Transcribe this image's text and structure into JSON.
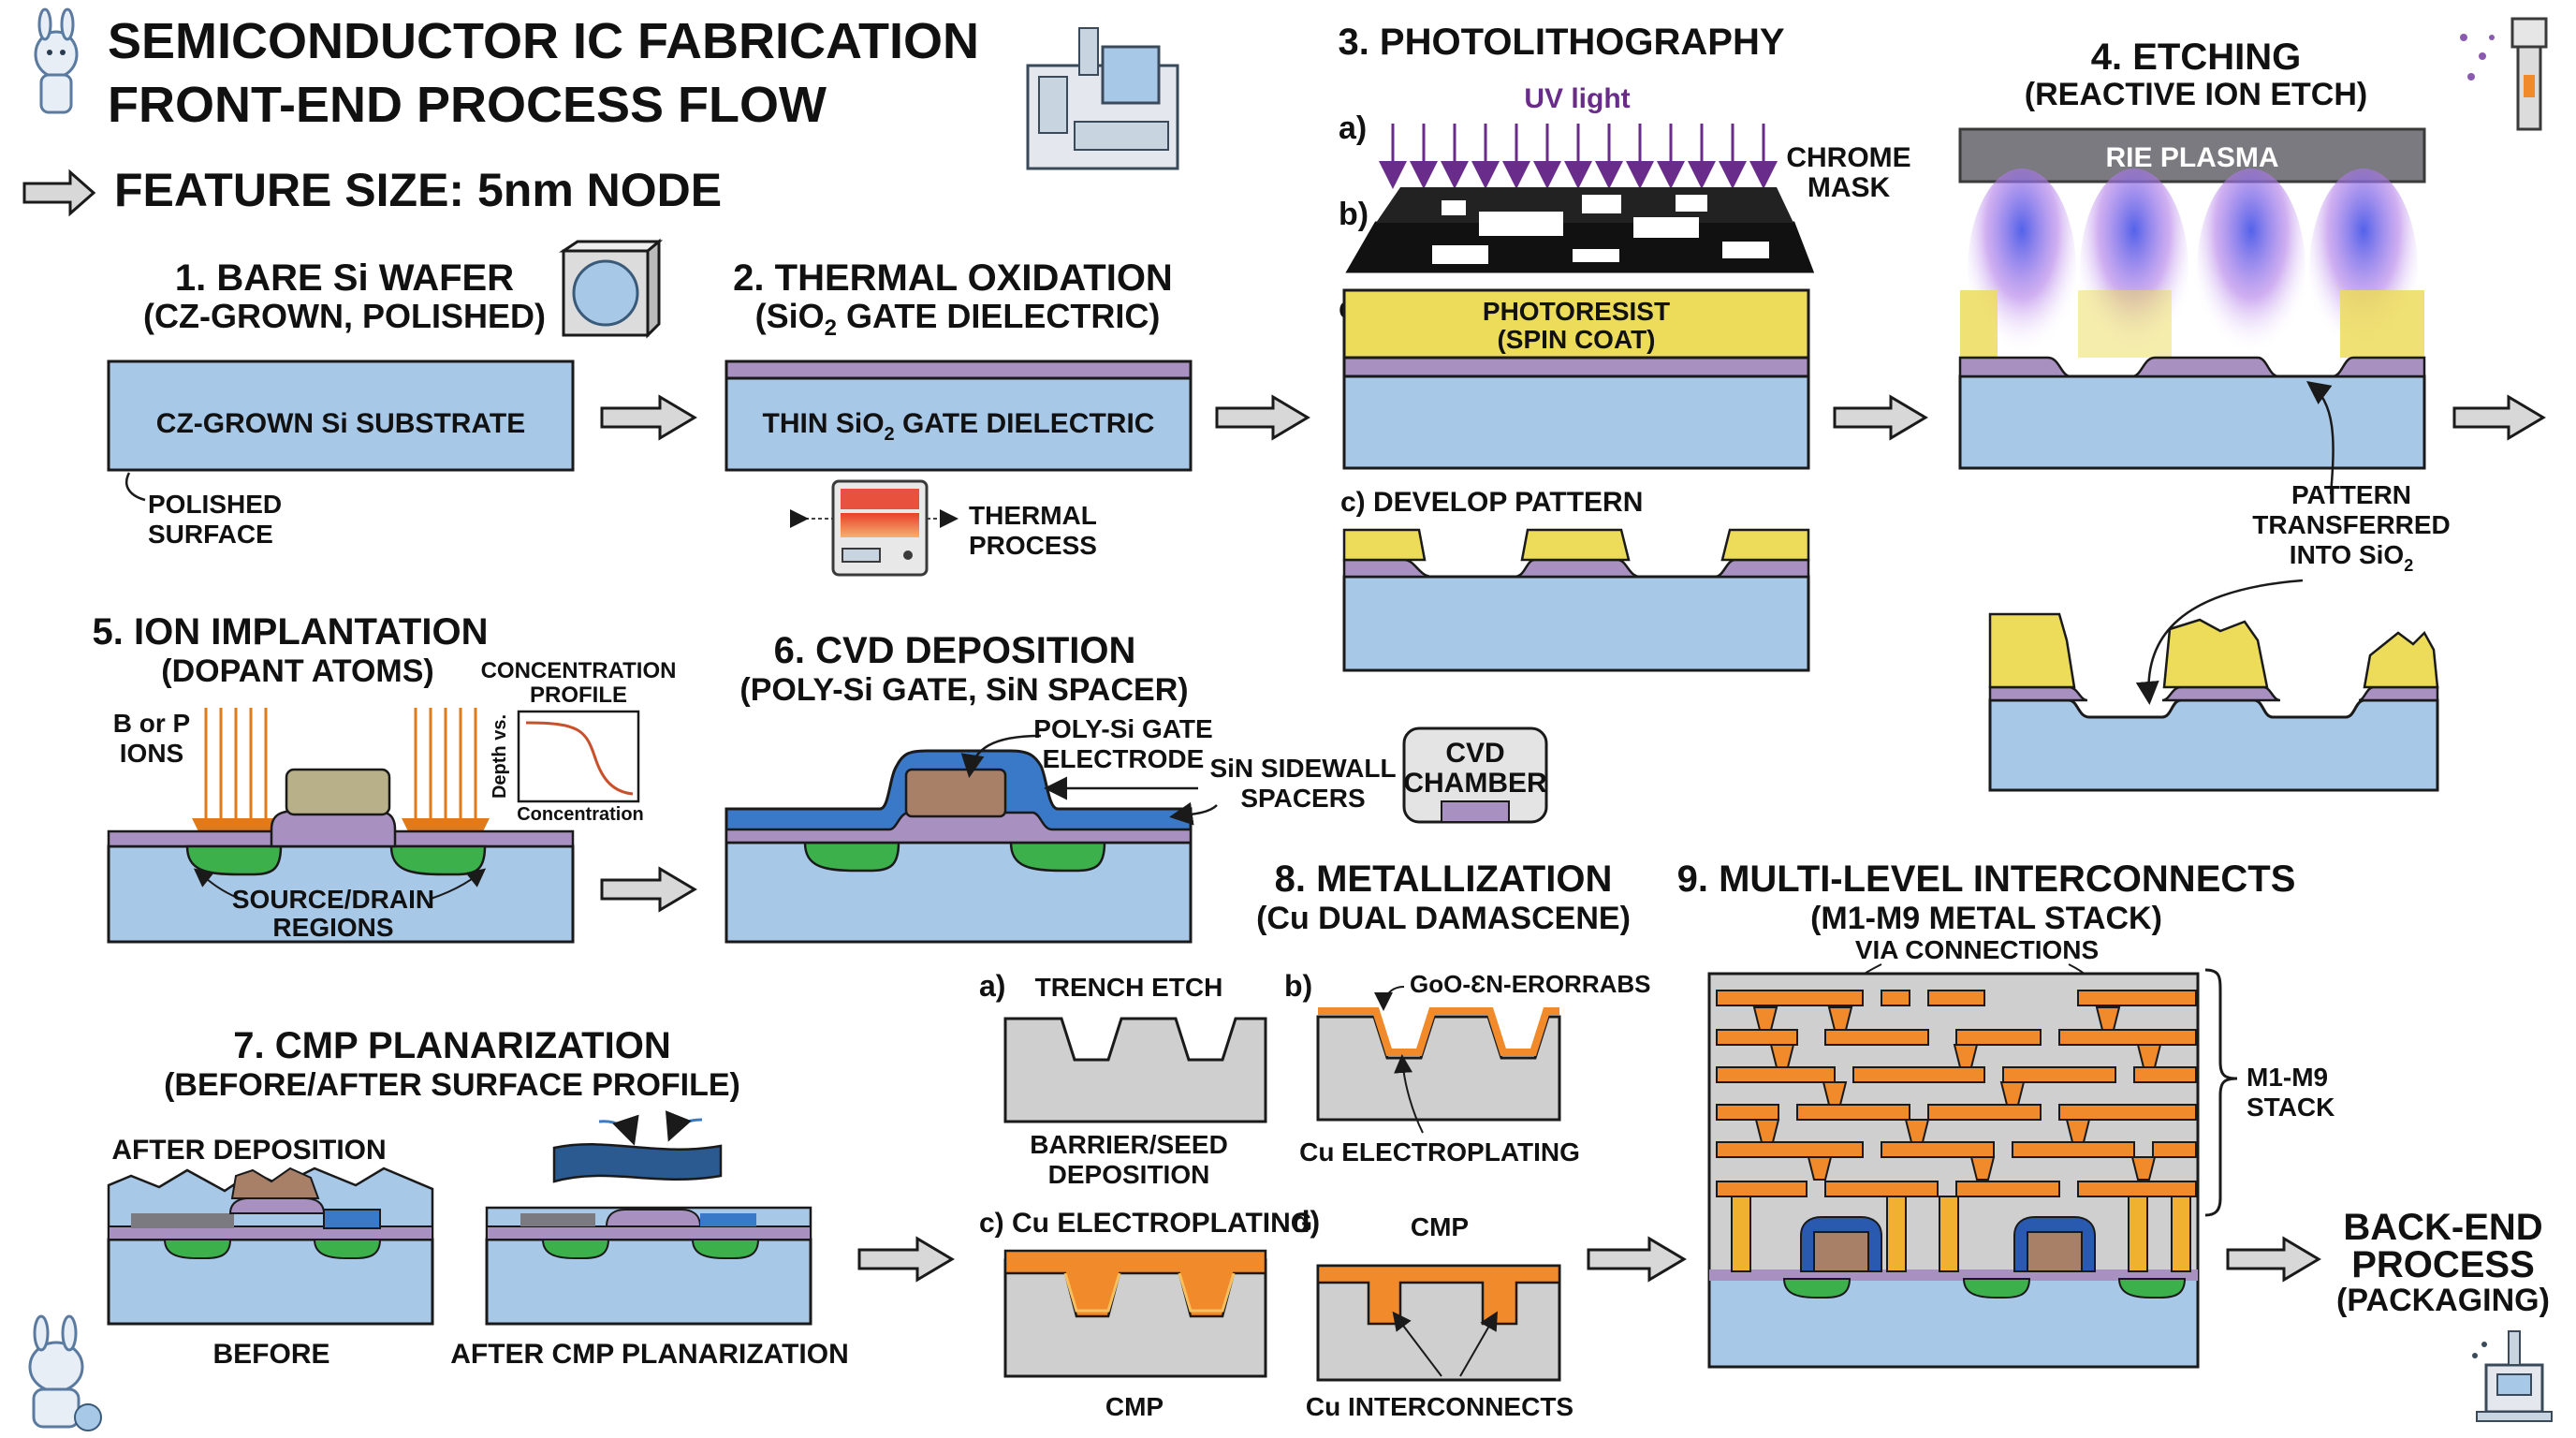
{
  "title": {
    "line1": "SEMICONDUCTOR IC FABRICATION",
    "line2": "FRONT-END PROCESS FLOW",
    "feature_size": "FEATURE SIZE: 5nm NODE"
  },
  "colors": {
    "substrate": "#a8c8e8",
    "oxide": "#a890c0",
    "photoresist": "#ecdc5a",
    "doped": "#3cb04a",
    "poly": "#a88068",
    "nitride": "#3a78c8",
    "copper": "#f08a2a",
    "gray": "#cfcfcf",
    "uv": "#6a2c8a",
    "ion": "#e07a1a",
    "plasma_bar": "#7a7a80"
  },
  "steps": {
    "s1": {
      "title": "1. BARE Si WAFER",
      "subtitle": "(CZ-GROWN, POLISHED)",
      "substrate_label": "CZ-GROWN Si SUBSTRATE",
      "note_line1": "POLISHED",
      "note_line2": "SURFACE"
    },
    "s2": {
      "title": "2. THERMAL OXIDATION",
      "subtitle_pre": "(SiO",
      "subtitle_sub": "2",
      "subtitle_post": " GATE DIELECTRIC)",
      "label_pre": "THIN SiO",
      "label_sub": "2",
      "label_post": " GATE DIELECTRIC",
      "note_line1": "THERMAL",
      "note_line2": "PROCESS"
    },
    "s3": {
      "title": "3. PHOTOLITHOGRAPHY",
      "a": "a)",
      "b": "b)",
      "c": "c)",
      "uv": "UV light",
      "mask_line1": "CHROME",
      "mask_line2": "MASK",
      "pr_line1": "PHOTORESIST",
      "pr_line2": "(SPIN COAT)",
      "develop": "c) DEVELOP PATTERN"
    },
    "s4": {
      "title": "4. ETCHING",
      "subtitle": "(REACTIVE ION ETCH)",
      "plasma": "RIE PLASMA",
      "note_line1": "PATTERN",
      "note_line2": "TRANSFERRED",
      "note_line3_pre": "INTO SiO",
      "note_line3_sub": "2"
    },
    "s5": {
      "title": "5. ION IMPLANTATION",
      "subtitle": "(DOPANT ATOMS)",
      "ions_line1": "B or P",
      "ions_line2": "IONS",
      "profile_line1": "CONCENTRATION",
      "profile_line2": "PROFILE",
      "profile_y": "Depth vs.",
      "profile_x": "Concentration",
      "regions_line1": "SOURCE/DRAIN",
      "regions_line2": "REGIONS"
    },
    "s6": {
      "title": "6. CVD DEPOSITION",
      "subtitle": "(POLY-Si GATE, SiN SPACER)",
      "poly_line1": "POLY-Si GATE",
      "poly_line2": "ELECTRODE",
      "sin_line1": "SiN SIDEWALL",
      "sin_line2": "SPACERS",
      "chamber_line1": "CVD",
      "chamber_line2": "CHAMBER"
    },
    "s7": {
      "title": "7. CMP PLANARIZATION",
      "subtitle": "(BEFORE/AFTER SURFACE PROFILE)",
      "after_dep": "AFTER DEPOSITION",
      "before": "BEFORE",
      "after_cmp": "AFTER CMP PLANARIZATION"
    },
    "s8": {
      "title": "8. METALLIZATION",
      "subtitle": "(Cu DUAL DAMASCENE)",
      "a": "a)",
      "trench": "TRENCH ETCH",
      "b": "b)",
      "garbled": "GoO-ƐN-ERORRABS",
      "barrier_line1": "BARRIER/SEED",
      "barrier_line2": "DEPOSITION",
      "cu_plating": "Cu ELECTROPLATING",
      "c": "c) Cu ELECTROPLATING",
      "d": "d)",
      "cmp_d": "CMP",
      "cmp_c": "CMP",
      "interconnects": "Cu INTERCONNECTS"
    },
    "s9": {
      "title": "9. MULTI-LEVEL INTERCONNECTS",
      "subtitle": "(M1-M9 METAL STACK)",
      "via": "VIA CONNECTIONS",
      "stack_line1": "M1-M9",
      "stack_line2": "STACK"
    },
    "end": {
      "line1": "BACK-END",
      "line2": "PROCESS",
      "line3": "(PACKAGING)"
    }
  }
}
